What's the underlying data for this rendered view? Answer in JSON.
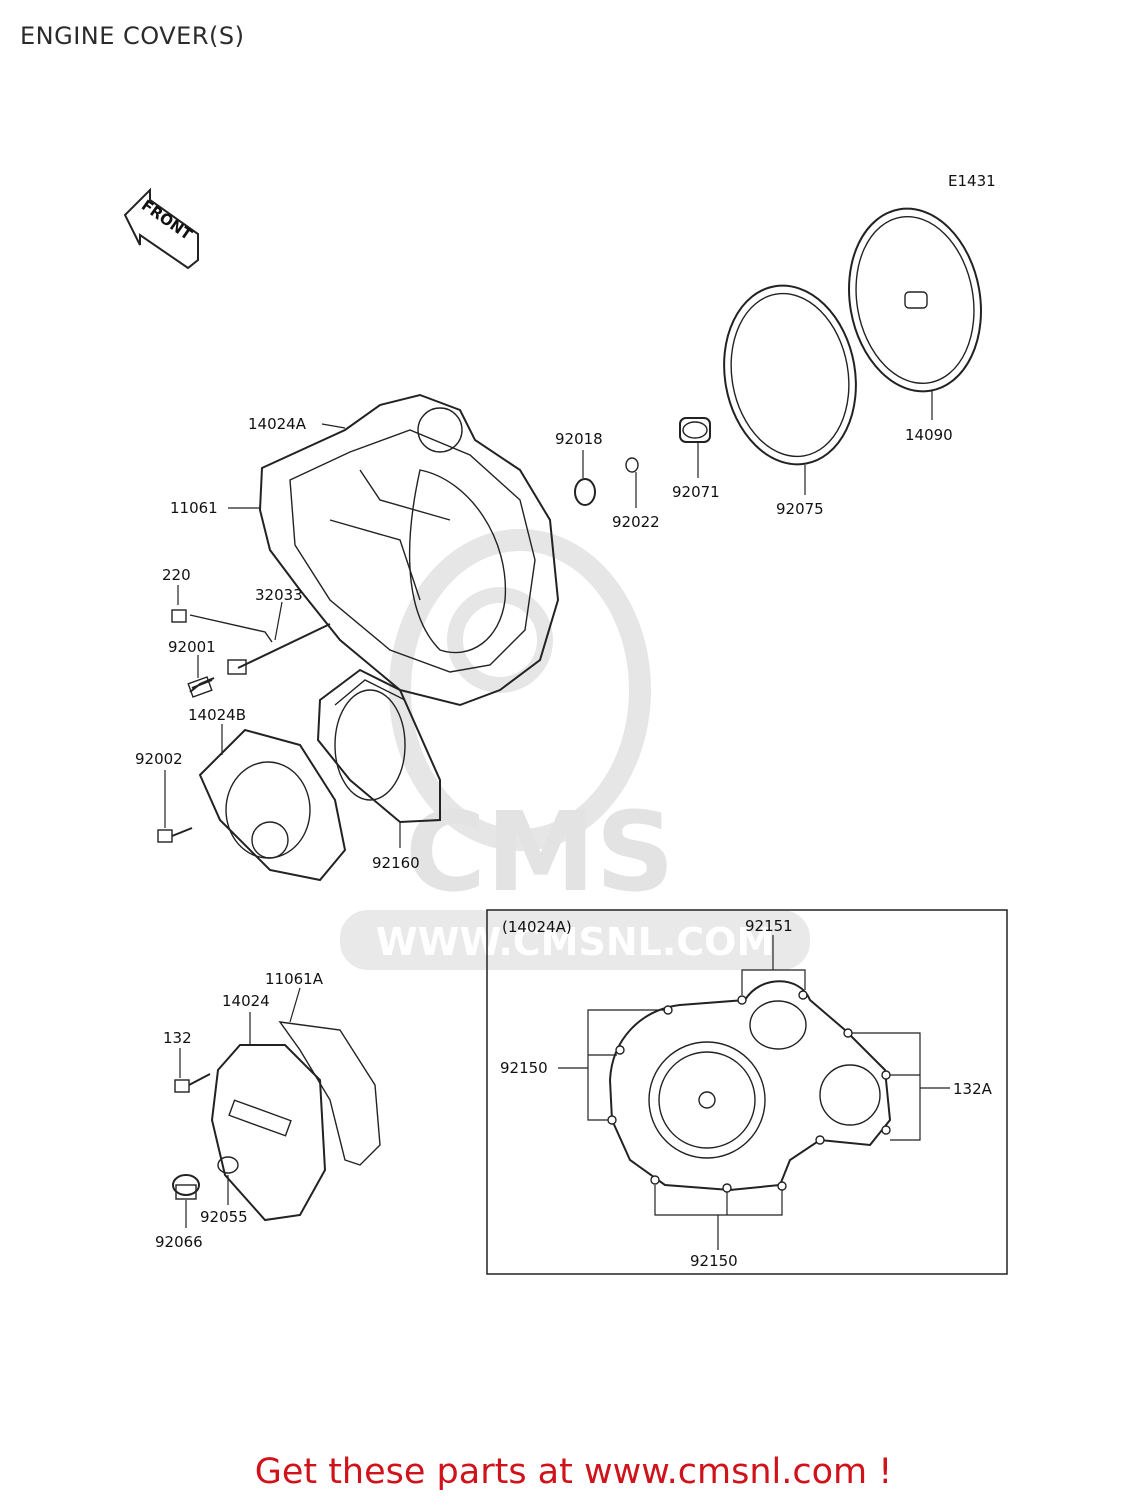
{
  "title": "ENGINE COVER(S)",
  "diagram_code": "E1431",
  "front_marker": "FRONT",
  "watermark": {
    "logo": "CMS",
    "url": "WWW.CMSNL.COM"
  },
  "labels": {
    "p14024A": "14024A",
    "p11061": "11061",
    "p220": "220",
    "p32033": "32033",
    "p92001": "92001",
    "p14024B": "14024B",
    "p92002": "92002",
    "p92160": "92160",
    "p92018": "92018",
    "p92022": "92022",
    "p92071": "92071",
    "p92075": "92075",
    "p14090": "14090",
    "p11061A": "11061A",
    "p14024": "14024",
    "p132": "132",
    "p92055": "92055",
    "p92066": "92066"
  },
  "inset": {
    "title": "(14024A)",
    "p92151": "92151",
    "p92150_left": "92150",
    "p92150_bottom": "92150",
    "p132A": "132A"
  },
  "footer": "Get these parts at www.cmsnl.com !"
}
